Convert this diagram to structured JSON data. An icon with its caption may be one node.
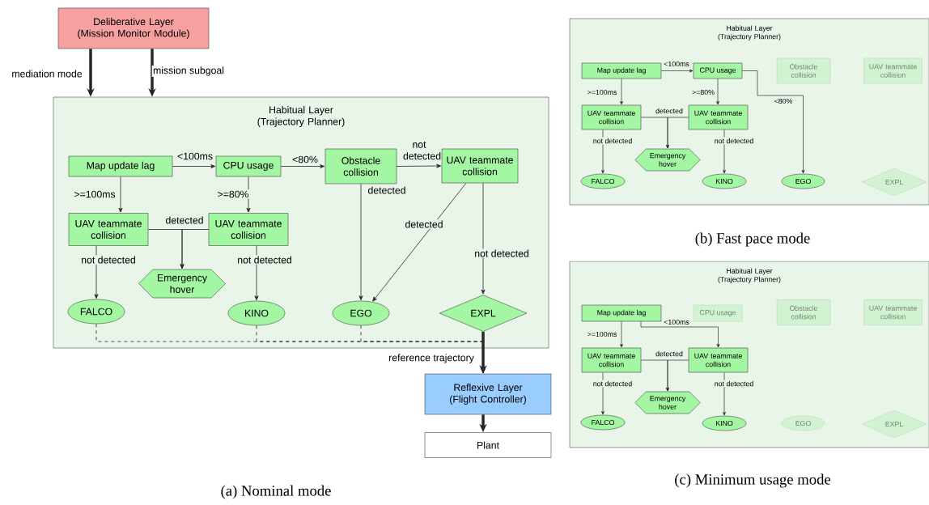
{
  "diagram": {
    "nodes": [
      {
        "text": [
          "Deliberative Layer (Mission Monitor Module)"
        ]
      },
      {
        "text": [
          "Habitual Layer (Trajectory Planner)"
        ]
      },
      {
        "text": [
          "Map update lag"
        ],
        "in": 1
      },
      {
        "text": [
          "CPU usage"
        ],
        "in": 1
      },
      {
        "text": [
          "Obstacle collision"
        ],
        "in": 1
      },
      {
        "text": [
          "UAV teammate collision"
        ],
        "in": 1
      },
      {
        "text": [
          "UAV teammate collision"
        ],
        "in": 1
      },
      {
        "text": [
          "UAV teammate collision"
        ],
        "in": 1
      },
      {
        "text": [
          "Emergency hover"
        ],
        "in": 1
      },
      {
        "text": [
          "FALCO"
        ],
        "in": 1
      },
      {
        "text": [
          "KINO"
        ],
        "in": 1
      },
      {
        "text": [
          "EGO"
        ],
        "in": 1
      },
      {
        "text": [
          "EXPL"
        ],
        "in": 1
      },
      {
        "text": [
          "Reflexive Layer (Flight Controller)"
        ]
      },
      {
        "text": [
          "Plant"
        ]
      },
      {
        "text": [
          "Habitual Layer (Trajectory Planner)"
        ]
      },
      {
        "text": [
          "Map update lag"
        ],
        "in": 15
      },
      {
        "text": [
          "CPU usage"
        ],
        "in": 15
      },
      {
        "text": [
          "Obstacle collision"
        ],
        "in": 15
      },
      {
        "text": [
          "UAV teammate collision"
        ],
        "in": 15
      },
      {
        "text": [
          "UAV teammate collision"
        ],
        "in": 15
      },
      {
        "text": [
          "UAV teammate collision"
        ],
        "in": 15
      },
      {
        "text": [
          "Emergency hover"
        ],
        "in": 15
      },
      {
        "text": [
          "FALCO"
        ],
        "in": 15
      },
      {
        "text": [
          "KINO"
        ],
        "in": 15
      },
      {
        "text": [
          "EGO"
        ],
        "in": 15
      },
      {
        "text": [
          "EXPL"
        ],
        "in": 15
      },
      {
        "text": [
          "Habitual Layer (Trajectory Planner)"
        ]
      },
      {
        "text": [
          "Map update lag"
        ],
        "in": 27
      },
      {
        "text": [
          "CPU usage"
        ],
        "in": 27
      },
      {
        "text": [
          "Obstacle collision"
        ],
        "in": 27
      },
      {
        "text": [
          "UAV teammate collision"
        ],
        "in": 27
      },
      {
        "text": [
          "UAV teammate collision"
        ],
        "in": 27
      },
      {
        "text": [
          "UAV teammate collision"
        ],
        "in": 27
      },
      {
        "text": [
          "Emergency hover"
        ],
        "in": 27
      },
      {
        "text": [
          "FALCO"
        ],
        "in": 27
      },
      {
        "text": [
          "KINO"
        ],
        "in": 27
      },
      {
        "text": [
          "EGO"
        ],
        "in": 27
      },
      {
        "text": [
          "EXPL"
        ],
        "in": 27
      }
    ],
    "edges": [
      {
        "from": 0,
        "to": 1,
        "arrow": "to",
        "label": "mediation mode",
        "style": "thick"
      },
      {
        "from": 0,
        "to": 1,
        "arrow": "to",
        "label": "mission subgoal",
        "style": "thick"
      },
      {
        "from": 2,
        "to": 3,
        "arrow": "to",
        "label": "<100ms"
      },
      {
        "from": 3,
        "to": 4,
        "arrow": "to",
        "label": "<80%"
      },
      {
        "from": 4,
        "to": 5,
        "arrow": "to",
        "label": "not detected"
      },
      {
        "from": 2,
        "to": 6,
        "arrow": "to",
        "label": ">=100ms"
      },
      {
        "from": 3,
        "to": 7,
        "arrow": "to",
        "label": ">=80%"
      },
      {
        "from": 6,
        "to": 8,
        "arrow": "to",
        "label": "detected"
      },
      {
        "from": 7,
        "to": 8,
        "arrow": "to"
      },
      {
        "from": 6,
        "to": 9,
        "arrow": "to",
        "label": "not detected"
      },
      {
        "from": 7,
        "to": 10,
        "arrow": "to",
        "label": "not detected"
      },
      {
        "from": 4,
        "to": 11,
        "arrow": "to",
        "label": "detected"
      },
      {
        "from": 5,
        "to": 11,
        "arrow": "to",
        "label": "detected"
      },
      {
        "from": 5,
        "to": 12,
        "arrow": "to",
        "label": "not detected"
      },
      {
        "from": 9,
        "to": 13,
        "arrow": "to",
        "style": "dashed"
      },
      {
        "from": 10,
        "to": 13,
        "arrow": "to",
        "style": "dashed"
      },
      {
        "from": 11,
        "to": 13,
        "arrow": "to",
        "style": "dashed"
      },
      {
        "from": 12,
        "to": 13,
        "arrow": "to",
        "label": "reference trajectory",
        "style": "thick"
      },
      {
        "from": 13,
        "to": 14,
        "arrow": "to",
        "style": "thick"
      },
      {
        "from": 16,
        "to": 17,
        "arrow": "to",
        "label": "<100ms"
      },
      {
        "from": 17,
        "to": 25,
        "arrow": "to",
        "label": "<80%"
      },
      {
        "from": 16,
        "to": 20,
        "arrow": "to",
        "label": ">=100ms"
      },
      {
        "from": 17,
        "to": 21,
        "arrow": "to",
        "label": ">=80%"
      },
      {
        "from": 20,
        "to": 22,
        "arrow": "to",
        "label": "detected"
      },
      {
        "from": 21,
        "to": 22,
        "arrow": "to"
      },
      {
        "from": 20,
        "to": 23,
        "arrow": "to",
        "label": "not detected"
      },
      {
        "from": 21,
        "to": 24,
        "arrow": "to",
        "label": "not detected"
      },
      {
        "from": 28,
        "to": 32,
        "arrow": "to",
        "label": ">=100ms"
      },
      {
        "from": 28,
        "to": 33,
        "arrow": "to",
        "label": "<100ms"
      },
      {
        "from": 32,
        "to": 34,
        "arrow": "to",
        "label": "detected"
      },
      {
        "from": 33,
        "to": 34,
        "arrow": "to"
      },
      {
        "from": 32,
        "to": 35,
        "arrow": "to",
        "label": "not detected"
      },
      {
        "from": 33,
        "to": 36,
        "arrow": "to",
        "label": "not detected"
      }
    ],
    "labels": [
      "(a) Nominal mode",
      "(b) Fast pace mode",
      "(c) Minimum usage mode"
    ]
  }
}
